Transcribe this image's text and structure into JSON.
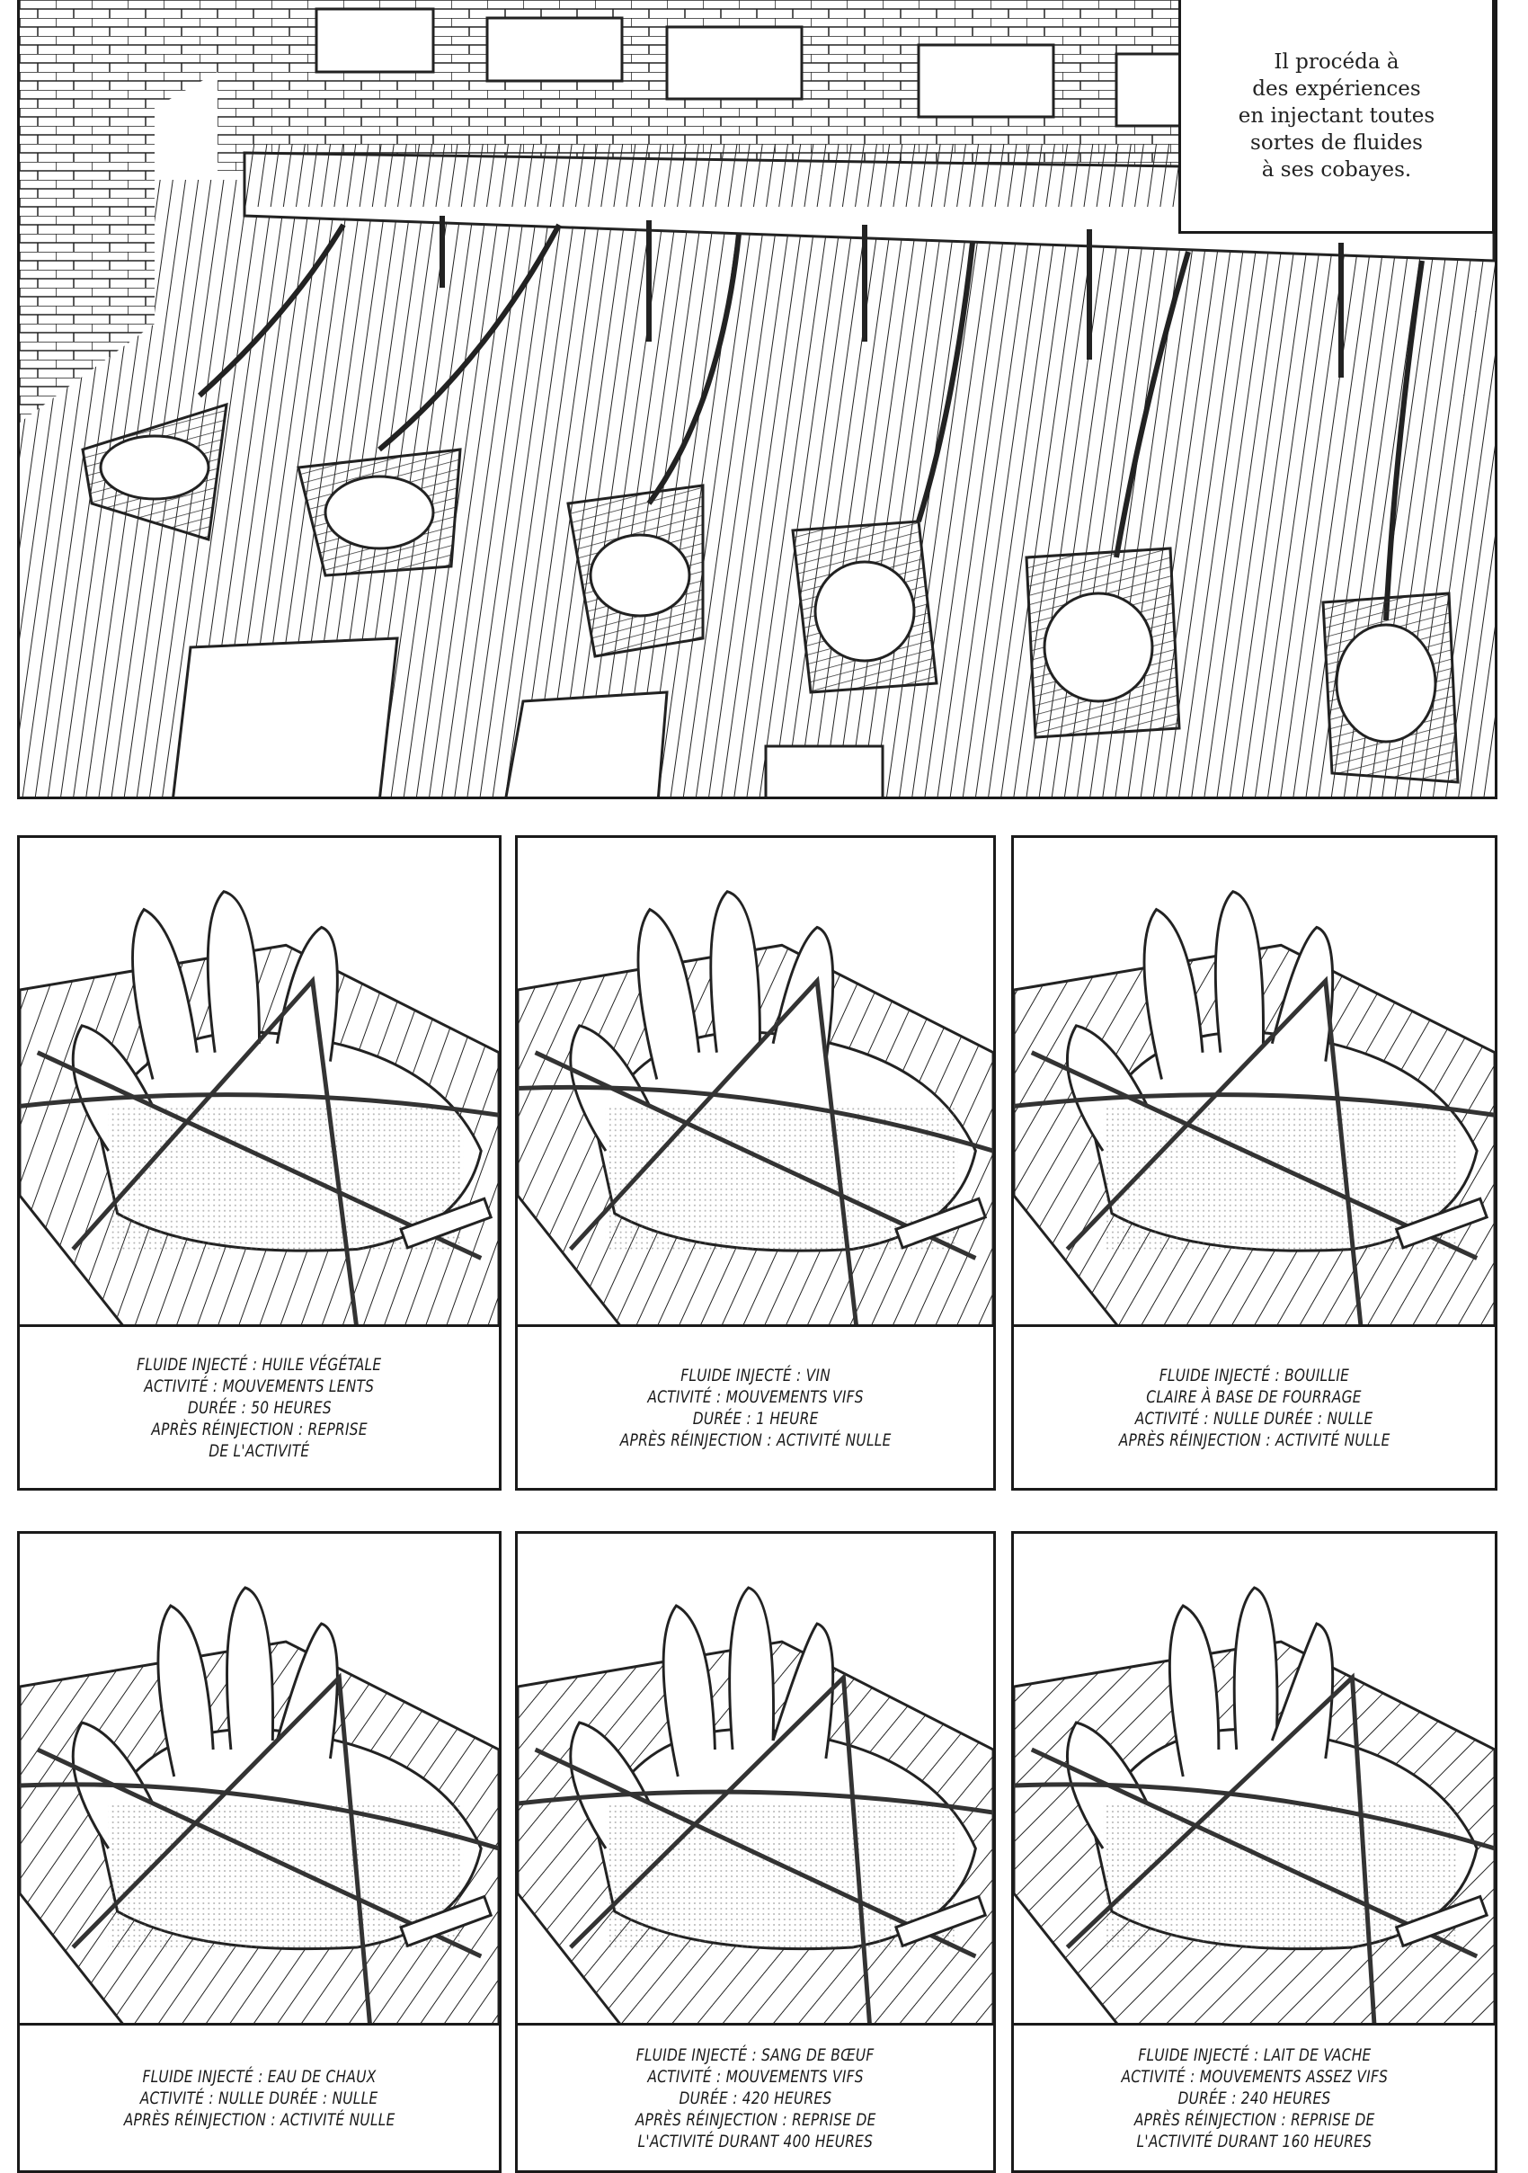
{
  "narration": {
    "lines": [
      "Il procéda à",
      "des expériences",
      "en injectant toutes",
      "sortes de fluides",
      "à ses cobayes."
    ]
  },
  "panels": [
    {
      "lines": [
        "Fluide injecté : huile végétale",
        "Activité : mouvements lents",
        "Durée : 50 heures",
        "Après réinjection : reprise",
        "de l'activité"
      ]
    },
    {
      "lines": [
        "Fluide injecté : vin",
        "Activité : mouvements vifs",
        "Durée : 1 heure",
        "Après réinjection : activité nulle"
      ]
    },
    {
      "lines": [
        "Fluide injecté : bouillie",
        "claire à base de fourrage",
        "Activité : nulle   Durée : nulle",
        "Après réinjection : activité nulle"
      ]
    },
    {
      "lines": [
        "Fluide injecté : eau de chaux",
        "Activité : nulle   Durée : nulle",
        "Après réinjection : activité nulle"
      ]
    },
    {
      "lines": [
        "Fluide injecté : sang de bœuf",
        "Activité : mouvements vifs",
        "Durée : 420 heures",
        "Après réinjection : reprise de",
        "l'activité durant 400 heures"
      ]
    },
    {
      "lines": [
        "Fluide injecté : lait de vache",
        "Activité : mouvements assez vifs",
        "Durée : 240 heures",
        "Après réinjection : reprise de",
        "l'activité durant 160 heures"
      ]
    }
  ]
}
